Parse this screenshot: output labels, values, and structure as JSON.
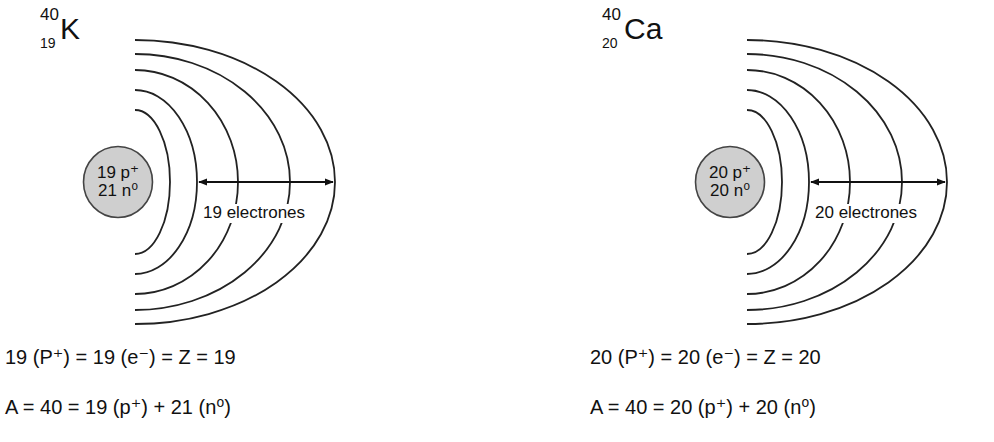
{
  "diagram": {
    "nodes": [
      {
        "text": [
          "19 p⁺",
          "21 n⁰"
        ]
      },
      {
        "text": [
          "20 p⁺",
          "20 n⁰"
        ]
      }
    ],
    "labels": [
      "40",
      "19",
      "K",
      "19 electrones",
      "19 (P⁺) = 19 (e⁻) = Z = 19",
      "A = 40 = 19 (p⁺) + 21 (n⁰)",
      "40",
      "20",
      "Ca",
      "20 electrones",
      "20 (P⁺) = 20 (e⁻) = Z = 20",
      "A = 40 = 20 (p⁺) + 20 (n⁰)"
    ]
  }
}
